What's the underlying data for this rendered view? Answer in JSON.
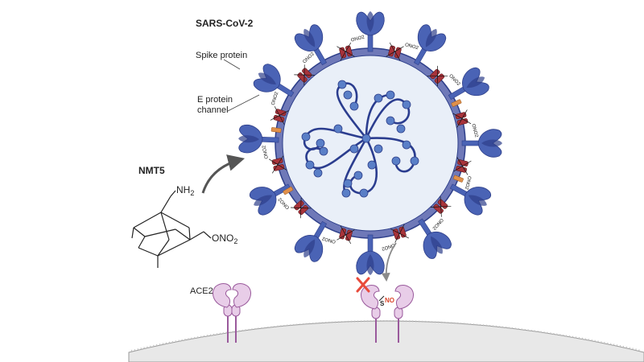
{
  "labels": {
    "virus": "SARS-CoV-2",
    "spike": "Spike protein",
    "e_channel_line1": "E protein",
    "e_channel_line2": "channel",
    "drug": "NMT5",
    "nh2": "NH",
    "nh2_sub": "2",
    "ono2": "ONO",
    "ono2_sub": "2",
    "receptor": "ACE2",
    "sno_s": "S",
    "sno_no": "NO"
  },
  "colors": {
    "spike": "#4a63b5",
    "spike_dark": "#2e3f8a",
    "envelope": "#6f79b8",
    "interior": "#e9eff8",
    "rna": "#2b3d8f",
    "nucleocapsid": "#5a7fc7",
    "nitrated_site": "#a8333a",
    "e_channel": "#e0904a",
    "ace2_fill": "#e8cde8",
    "ace2_stroke": "#9a5a9c",
    "membrane": "#e6e6e6",
    "block_mark": "#e84b3c",
    "sno_text": "#d9452b"
  }
}
